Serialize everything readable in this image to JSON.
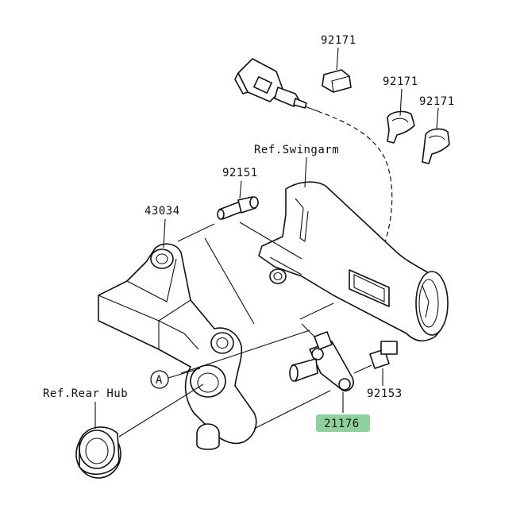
{
  "diagram": {
    "parts": {
      "p92171_a": "92171",
      "p92171_b": "92171",
      "p92171_c": "92171",
      "ref_swingarm": "Ref.Swingarm",
      "p92151": "92151",
      "p43034": "43034",
      "callout_a": "A",
      "ref_rear_hub": "Ref.Rear Hub",
      "p92153": "92153",
      "p21176": "21176"
    },
    "highlight_color": "#8fd19e"
  }
}
